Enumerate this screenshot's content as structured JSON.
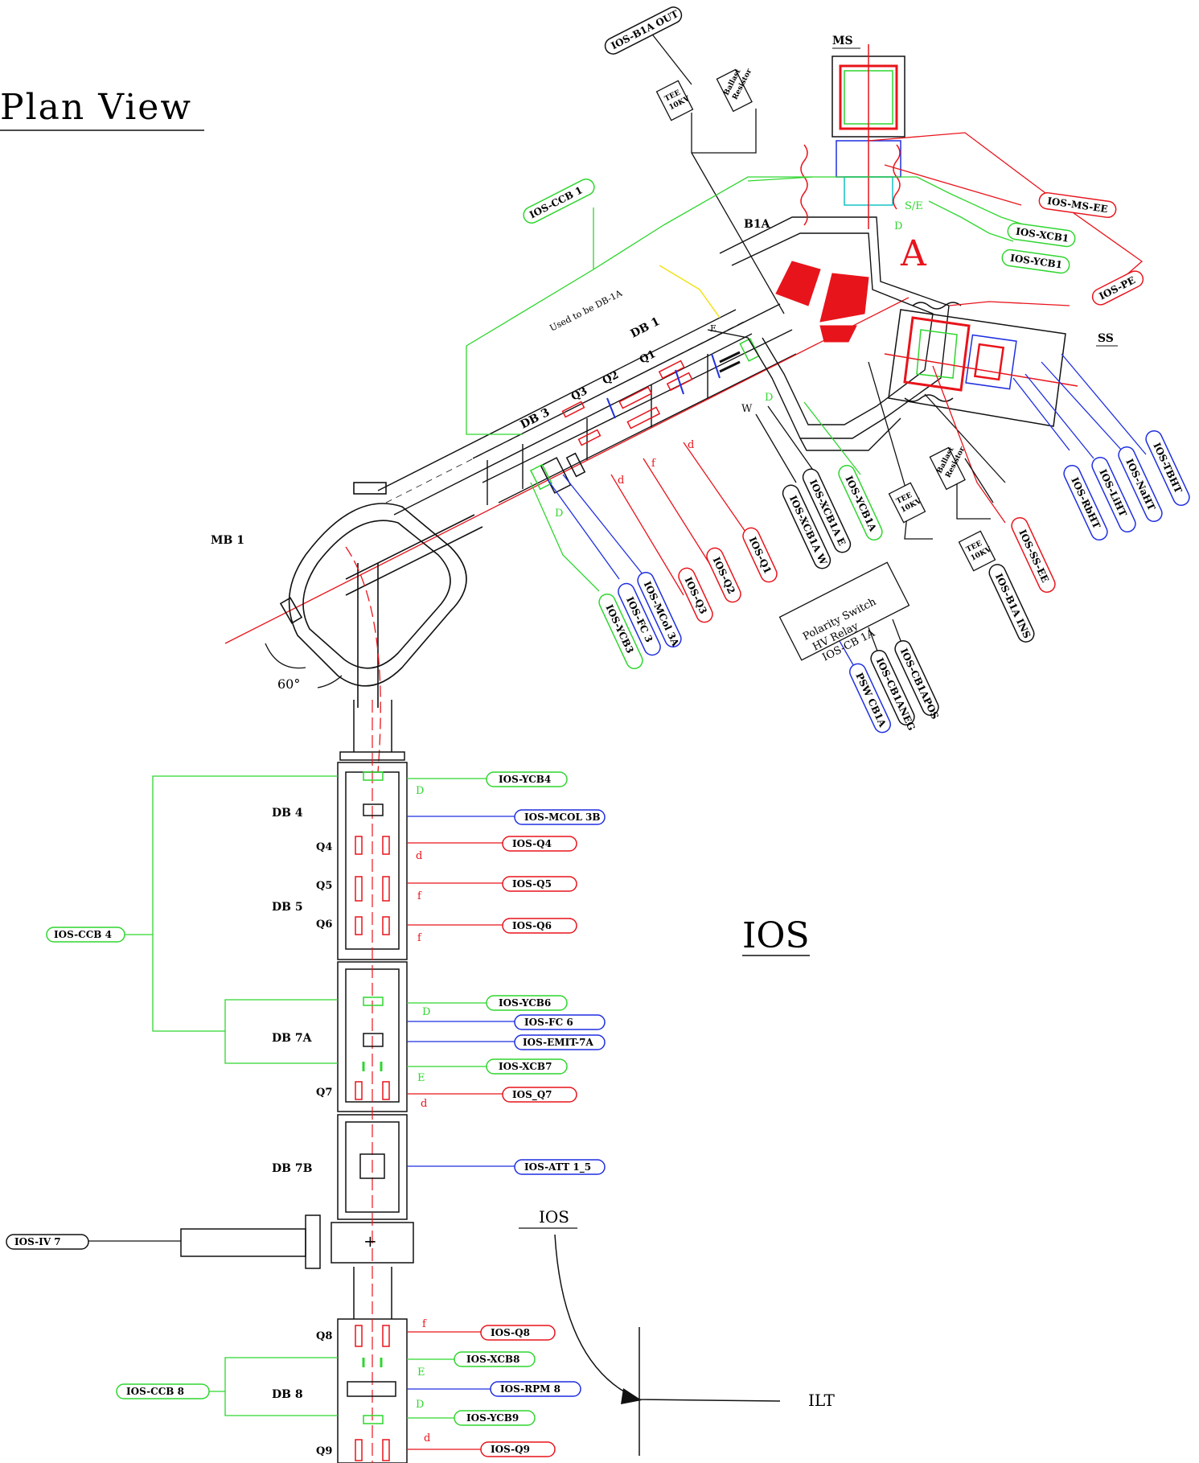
{
  "title": "Plan View",
  "facility": "IOS",
  "corner": {
    "upper": "IOS",
    "lower": "ILT"
  },
  "angle": "60°",
  "letters": {
    "D": "D",
    "E": "E",
    "d": "d",
    "f": "f",
    "W": "W",
    "SE": "S/E",
    "A": "A"
  },
  "blocks": {
    "ms": "MS",
    "ss": "SS",
    "b1a": "B1A",
    "db1": "DB 1",
    "db3": "DB 3",
    "q1": "Q1",
    "q2": "Q2",
    "q3": "Q3",
    "mb1": "MB 1",
    "db4": "DB 4",
    "db5": "DB 5",
    "db7a": "DB 7A",
    "db7b": "DB 7B",
    "db8": "DB 8",
    "q4": "Q4",
    "q5": "Q5",
    "q6": "Q6",
    "q7": "Q7",
    "q8": "Q8",
    "q9": "Q9"
  },
  "notes": {
    "used": "Used to be DB-1A",
    "tee": "TEE",
    "kv": "10KV",
    "ballast1": "Ballast",
    "ballast2": "Resistor",
    "polarity1": "Polarity  Switch",
    "polarity2": "HV Relay",
    "polarity3": "IOS-CB 1A"
  },
  "colors": {
    "red": "#e8141b",
    "green": "#2fd62f",
    "blue": "#1f2fe0",
    "black": "#111111",
    "yellow": "#f2e21b"
  },
  "tags": {
    "b1a_out": "IOS-B1A OUT",
    "ccb1": "IOS-CCB 1",
    "ms_ee": "IOS-MS-EE",
    "xcb1": "IOS-XCB1",
    "ycb1": "IOS-YCB1",
    "pe": "IOS-PE",
    "tbht": "IOS-TBHT",
    "naht": "IOS-NaHT",
    "liht": "IOS-LiHT",
    "rbht": "IOS-RbHT",
    "ss_ee": "IOS-SS-EE",
    "b1a_ins": "IOS-B1A INS",
    "ycb1a": "IOS-YCB1A",
    "xcb1a_e": "IOS-XCB1A E",
    "xcb1a_w": "IOS-XCB1A W",
    "q1": "IOS-Q1",
    "q2": "IOS-Q2",
    "q3": "IOS-Q3",
    "mcol3a": "IOS-MCol 3A",
    "fc3": "IOS-FC 3",
    "ycb3": "IOS-YCB3",
    "psw": "PSW CB1A",
    "cb1aneg": "IOS-CB1ANEG",
    "cb1apos": "IOS-CB1APOS",
    "ycb4": "IOS-YCB4",
    "mcol3b": "IOS-MCOL 3B",
    "q4": "IOS-Q4",
    "q5": "IOS-Q5",
    "q6": "IOS-Q6",
    "ccb4": "IOS-CCB 4",
    "ycb6": "IOS-YCB6",
    "fc6": "IOS-FC 6",
    "emit7a": "IOS-EMIT-7A",
    "xcb7": "IOS-XCB7",
    "q7": "IOS_Q7",
    "att": "IOS-ATT 1_5",
    "iv7": "IOS-IV 7",
    "q8": "IOS-Q8",
    "xcb8": "IOS-XCB8",
    "rpm8": "IOS-RPM 8",
    "ccb8": "IOS-CCB 8",
    "ycb9": "IOS-YCB9",
    "q9": "IOS-Q9"
  }
}
